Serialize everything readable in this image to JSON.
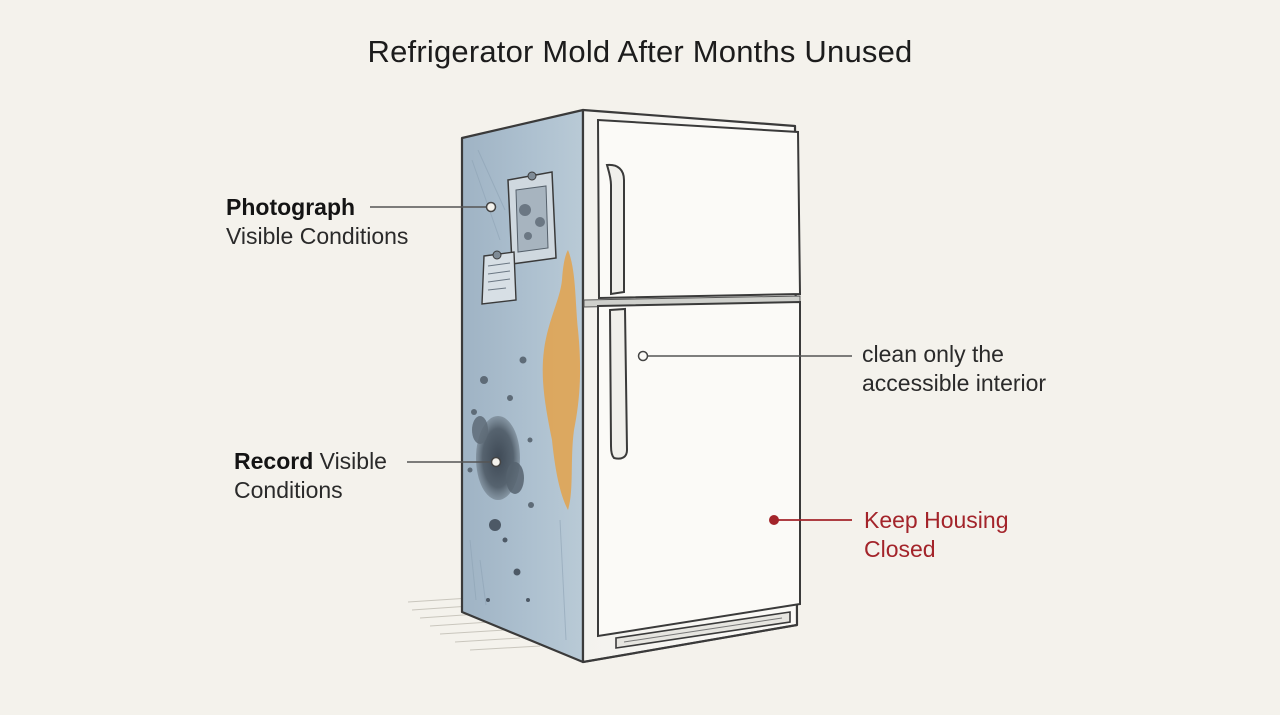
{
  "title": "Refrigerator Mold After Months Unused",
  "callouts": {
    "photograph": {
      "emphasis": "Photograph",
      "rest": "Visible Conditions"
    },
    "record": {
      "emphasis": "Record",
      "rest_first_line": " Visible",
      "rest_second_line": "Conditions"
    },
    "clean": {
      "line1": "clean only the",
      "line2": "accessible interior"
    },
    "keep": {
      "line1": "Keep Housing",
      "line2": "Closed"
    }
  },
  "colors": {
    "background": "#f4f2ec",
    "warning": "#a3242a",
    "side_panel": "#a9bccb",
    "mold_dark": "#4d5966",
    "mold_orange": "#e3a24b"
  },
  "icons": [
    "refrigerator-illustration",
    "mold-stain-icon",
    "magnet-note-icon",
    "callout-dot-icon"
  ]
}
